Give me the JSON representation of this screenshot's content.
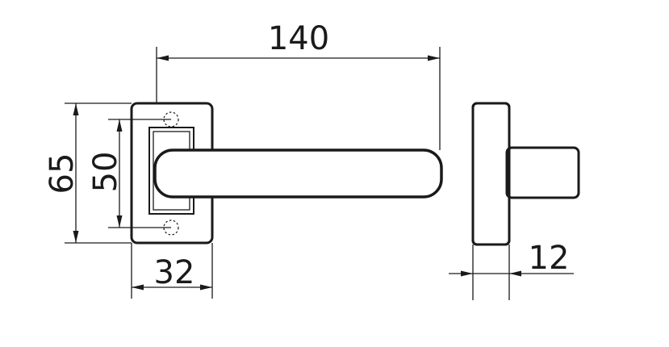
{
  "dimensions": {
    "handle_length": "140",
    "rose_height": "65",
    "hole_spacing": "50",
    "rose_width": "32",
    "rose_thickness": "12"
  },
  "colors": {
    "line": "#1a1a1a",
    "background": "#ffffff"
  }
}
